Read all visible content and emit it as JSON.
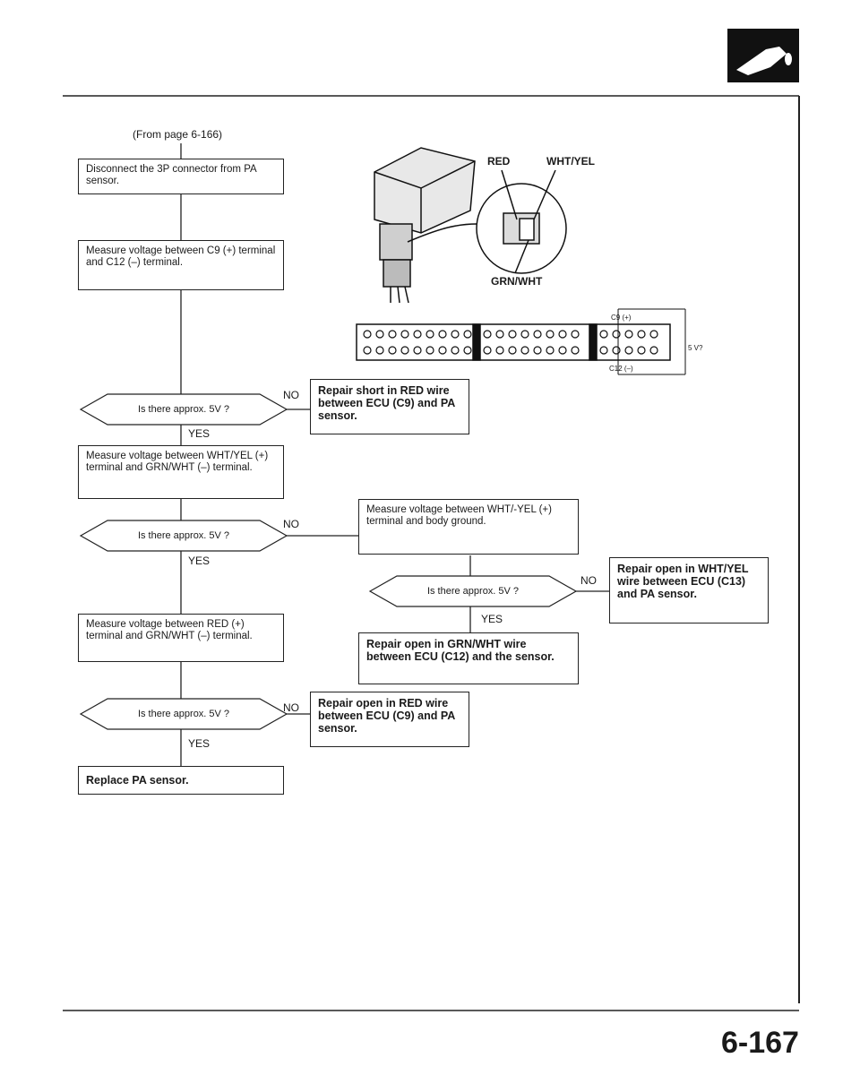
{
  "header": {
    "icon": "fuel-injector-icon"
  },
  "flow": {
    "from": "(From page 6-166)",
    "step1": "Disconnect the 3P connector from PA sensor.",
    "step2": "Measure voltage between C9 (+) terminal and C12 (–) terminal.",
    "q1": "Is there approx. 5V ?",
    "r1": "Repair short in RED wire between ECU (C9) and PA sensor.",
    "step3": "Measure voltage between WHT/YEL (+) terminal and GRN/WHT (–) terminal.",
    "q2": "Is there approx. 5V ?",
    "step_b": "Measure voltage between WHT/-YEL (+) terminal and body ground.",
    "q_b": "Is there approx. 5V ?",
    "r_b_no": "Repair open in WHT/YEL wire between ECU (C13) and PA sensor.",
    "r_b_yes": "Repair open in GRN/WHT wire between ECU (C12) and the sensor.",
    "step4": "Measure voltage between RED (+) terminal and GRN/WHT (–) terminal.",
    "q3": "Is there approx. 5V ?",
    "r3": "Repair open in RED wire between ECU (C9) and PA sensor.",
    "final": "Replace PA sensor.",
    "yes": "YES",
    "no": "NO"
  },
  "sensor_figure": {
    "red": "RED",
    "wht_yel": "WHT/YEL",
    "grn_wht": "GRN/WHT"
  },
  "ecu_figure": {
    "c9": "C9 (+)",
    "c12": "C12 (–)",
    "meter": "5 V?"
  },
  "footer": {
    "page_number": "6-167"
  }
}
